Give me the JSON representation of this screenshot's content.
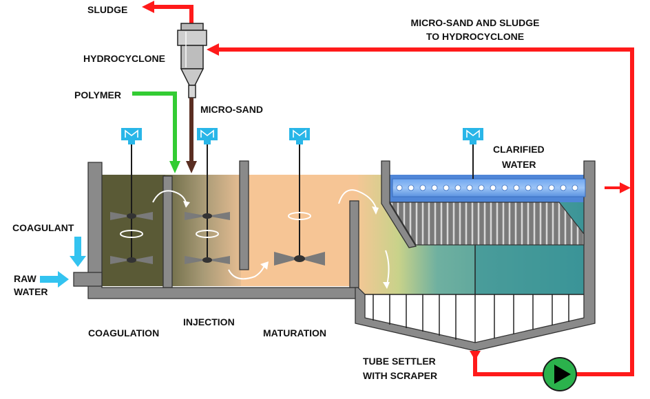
{
  "labels": {
    "sludge": "SLUDGE",
    "hydrocyclone": "HYDROCYCLONE",
    "polymer": "POLYMER",
    "micro_sand": "MICRO-SAND",
    "micro_sand_sludge_1": "MICRO-SAND AND SLUDGE",
    "micro_sand_sludge_2": "TO HYDROCYCLONE",
    "clarified_1": "CLARIFIED",
    "clarified_2": "WATER",
    "coagulant": "COAGULANT",
    "raw_1": "RAW",
    "raw_2": "WATER",
    "coagulation": "COAGULATION",
    "injection": "INJECTION",
    "maturation": "MATURATION",
    "tube_1": "TUBE SETTLER",
    "tube_2": "WITH SCRAPER"
  },
  "colors": {
    "recycle_line": "#ff1a1a",
    "polymer_line": "#33cc33",
    "micro_sand_line": "#5a2e22",
    "feed_arrows": "#33c3f0",
    "motor": "#29b6e8",
    "tank_wall": "#8a8a8a",
    "coagulation_water": "#5a5a36",
    "maturation_water": "#f6c595",
    "settler_water": "#3f9c9a",
    "pump": "#2bb24c"
  },
  "icons": {
    "motor": "mixer-motor-icon",
    "pump": "pump-icon"
  }
}
